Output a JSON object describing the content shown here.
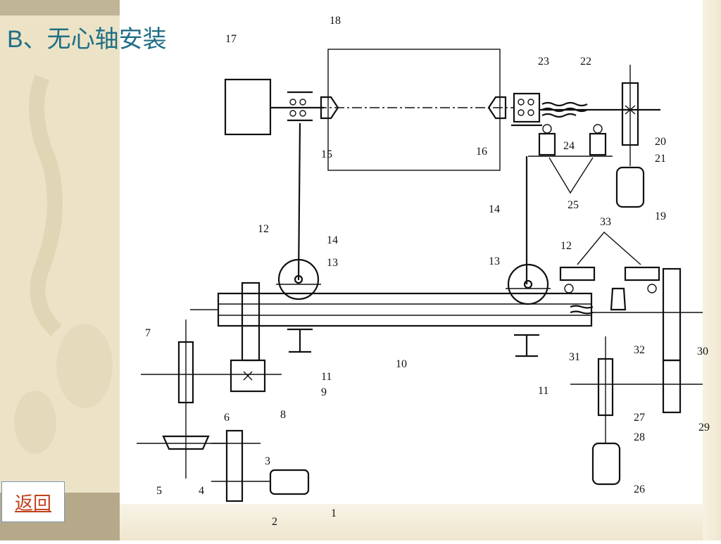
{
  "slide": {
    "title": "B、无心轴安装",
    "back_link": "返回"
  },
  "diagram": {
    "labels": [
      "1",
      "2",
      "3",
      "4",
      "5",
      "6",
      "7",
      "8",
      "9",
      "10",
      "11",
      "11",
      "12",
      "12",
      "13",
      "13",
      "14",
      "14",
      "15",
      "16",
      "17",
      "18",
      "19",
      "20",
      "21",
      "22",
      "23",
      "24",
      "25",
      "26",
      "27",
      "28",
      "29",
      "30",
      "31",
      "32",
      "33"
    ]
  },
  "colors": {
    "title": "#1f6f86",
    "link": "#c2401b",
    "sidebar": "#ece3c6"
  }
}
